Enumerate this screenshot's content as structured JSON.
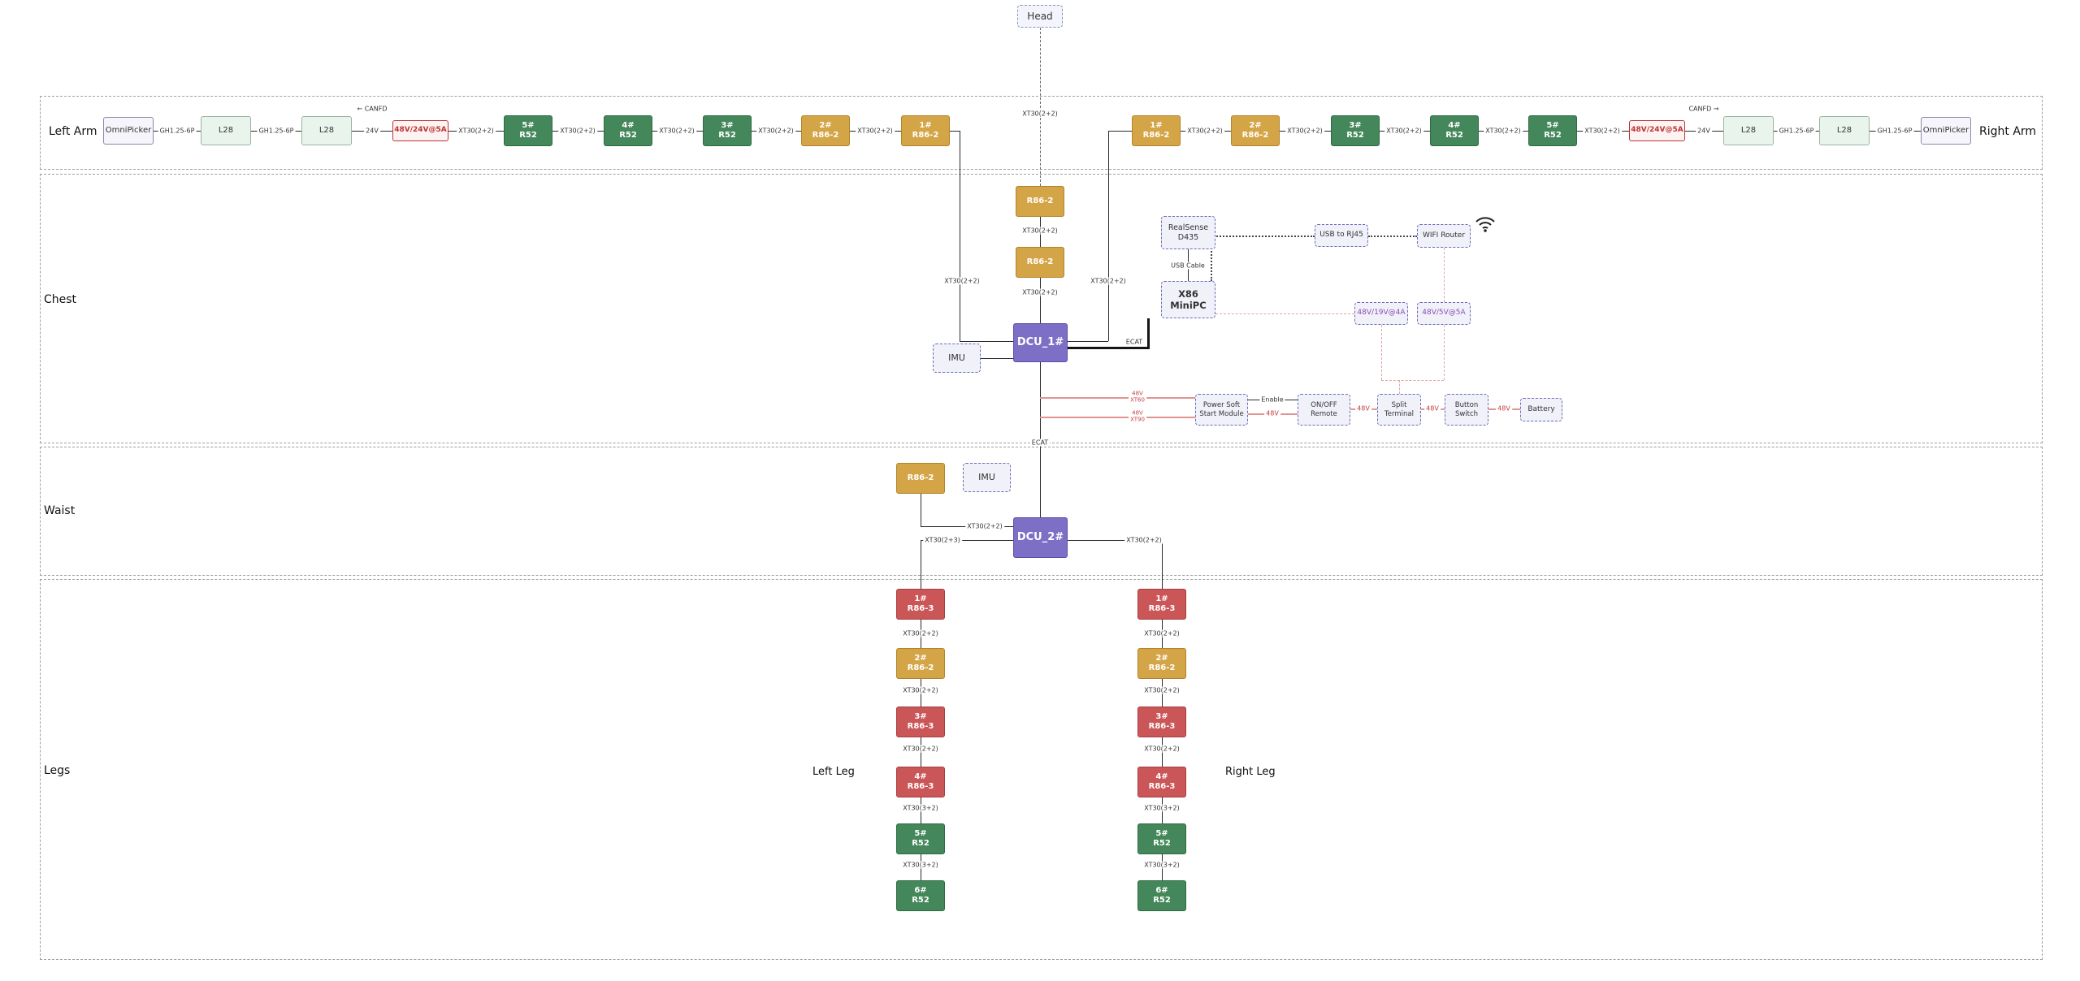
{
  "head": {
    "label": "Head",
    "connector": "XT30(2+2)"
  },
  "sections": {
    "left_arm": "Left Arm",
    "right_arm": "Right Arm",
    "chest": "Chest",
    "waist": "Waist",
    "legs": "Legs",
    "left_leg": "Left Leg",
    "right_leg": "Right Leg"
  },
  "left_arm": {
    "end_effector": "OmniPicker",
    "gh1": "GH1.25-6P",
    "l28a": "L28",
    "gh2": "GH1.25-6P",
    "l28b": "L28",
    "canfd": "← CANFD",
    "v24": "24V",
    "psu": "48V/24V@5A",
    "conns": [
      "XT30(2+2)",
      "XT30(2+2)",
      "XT30(2+2)",
      "XT30(2+2)",
      "XT30(2+2)"
    ],
    "motors": [
      {
        "no": "5#",
        "model": "R52"
      },
      {
        "no": "4#",
        "model": "R52"
      },
      {
        "no": "3#",
        "model": "R52"
      },
      {
        "no": "2#",
        "model": "R86-2"
      },
      {
        "no": "1#",
        "model": "R86-2"
      }
    ],
    "drop": "XT30(2+2)"
  },
  "right_arm": {
    "end_effector": "OmniPicker",
    "gh1": "GH1.25-6P",
    "l28a": "L28",
    "gh2": "GH1.25-6P",
    "l28b": "L28",
    "canfd": "CANFD →",
    "v24": "24V",
    "psu": "48V/24V@5A",
    "conns": [
      "XT30(2+2)",
      "XT30(2+2)",
      "XT30(2+2)",
      "XT30(2+2)",
      "XT30(2+2)"
    ],
    "motors": [
      {
        "no": "1#",
        "model": "R86-2"
      },
      {
        "no": "2#",
        "model": "R86-2"
      },
      {
        "no": "3#",
        "model": "R52"
      },
      {
        "no": "4#",
        "model": "R52"
      },
      {
        "no": "5#",
        "model": "R52"
      }
    ],
    "drop": "XT30(2+2)"
  },
  "chest": {
    "hub1": "R86-2",
    "hub1_conn": "XT30(2+2)",
    "hub2": "R86-2",
    "hub2_conn": "XT30(2+2)",
    "dcu1": "DCU_1#",
    "imu": "IMU",
    "ecat": "ECAT",
    "realsense_l1": "RealSense",
    "realsense_l2": "D435",
    "usb_cable": "USB Cable",
    "x86_l1": "X86",
    "x86_l2": "MiniPC",
    "usb_rj45": "USB to RJ45",
    "wifi_router": "WIFI Router",
    "conv19": "48V/19V@4A",
    "conv5": "48V/5V@5A",
    "psm_l1": "Power Soft",
    "psm_l2": "Start Module",
    "remote_l1": "ON/OFF",
    "remote_l2": "Remote",
    "split_l1": "Split",
    "split_l2": "Terminal",
    "switch_l1": "Button",
    "switch_l2": "Switch",
    "battery": "Battery",
    "enable": "Enable",
    "v48_a": "48V",
    "v48_b": "48V",
    "v48_c": "48V",
    "v48_d": "48V",
    "xt60_l1": "48V",
    "xt60_l2": "XT60",
    "xt90_l1": "48V",
    "xt90_l2": "XT90"
  },
  "trunk": {
    "ecat_link": "ECAT"
  },
  "waist": {
    "hub": "R86-2",
    "imu": "IMU",
    "dcu2": "DCU_2#",
    "hub_conn": "XT30(2+2)",
    "left_conn": "XT30(2+3)",
    "right_conn": "XT30(2+2)"
  },
  "left_leg": {
    "motors": [
      {
        "no": "1#",
        "model": "R86-3"
      },
      {
        "no": "2#",
        "model": "R86-2"
      },
      {
        "no": "3#",
        "model": "R86-3"
      },
      {
        "no": "4#",
        "model": "R86-3"
      },
      {
        "no": "5#",
        "model": "R52"
      },
      {
        "no": "6#",
        "model": "R52"
      }
    ],
    "conns": [
      "XT30(2+2)",
      "XT30(2+2)",
      "XT30(2+2)",
      "XT30(3+2)",
      "XT30(3+2)"
    ]
  },
  "right_leg": {
    "motors": [
      {
        "no": "1#",
        "model": "R86-3"
      },
      {
        "no": "2#",
        "model": "R86-2"
      },
      {
        "no": "3#",
        "model": "R86-3"
      },
      {
        "no": "4#",
        "model": "R86-3"
      },
      {
        "no": "5#",
        "model": "R52"
      },
      {
        "no": "6#",
        "model": "R52"
      }
    ],
    "conns": [
      "XT30(2+2)",
      "XT30(2+2)",
      "XT30(2+2)",
      "XT30(3+2)",
      "XT30(3+2)"
    ]
  },
  "colors": {
    "green": "#44875a",
    "gold": "#d4a546",
    "red": "#cb5658",
    "purple": "#7d6ec6",
    "psu_accent": "#c03434",
    "power_line": "#e0958f",
    "pink_dashed": "#e2a4a4"
  }
}
